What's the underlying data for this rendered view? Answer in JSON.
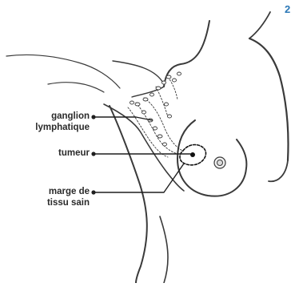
{
  "figure": {
    "number": "2",
    "number_color": "#2a77b6",
    "line_color": "#1f1f1f",
    "dot_color": "#1f1f1f"
  },
  "labels": {
    "ganglion_line1": "ganglion",
    "ganglion_line2": "lymphatique",
    "tumeur": "tumeur",
    "marge_line1": "marge de",
    "marge_line2": "tissu sain"
  }
}
